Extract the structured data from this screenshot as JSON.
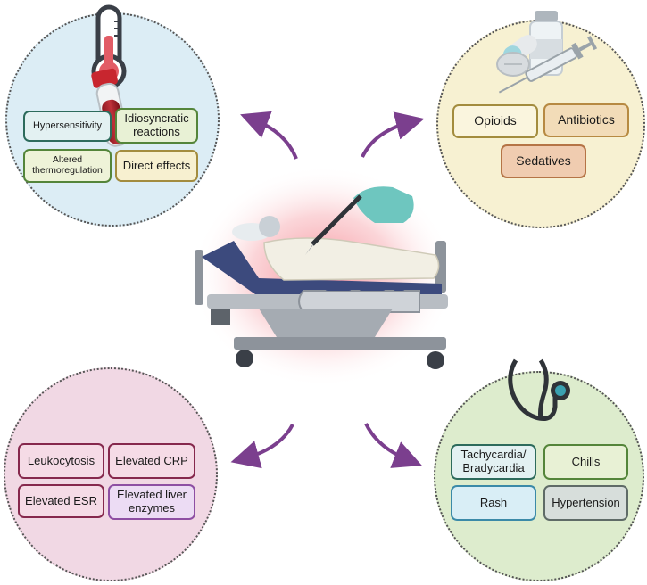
{
  "panels": {
    "top_left": {
      "icon": "thermometer-icon",
      "items": [
        "Hypersensitivity",
        "Idiosyncratic reactions",
        "Altered thermoregulation",
        "Direct effects"
      ]
    },
    "top_right": {
      "icon": "medication-icon",
      "items": [
        "Opioids",
        "Antibiotics",
        "Sedatives"
      ]
    },
    "bottom_left": {
      "icon": "blood-tube-icon",
      "items": [
        "Leukocytosis",
        "Elevated CRP",
        "Elevated ESR",
        "Elevated liver enzymes"
      ]
    },
    "bottom_right": {
      "icon": "stethoscope-icon",
      "items": [
        "Tachycardia/ Bradycardia",
        "Chills",
        "Rash",
        "Hypertension"
      ]
    }
  },
  "center": {
    "icon": "patient-surgery-icon"
  },
  "colors": {
    "tl_circle": "#dcedf5",
    "tr_circle": "#f7f1d2",
    "bl_circle": "#f1d8e4",
    "br_circle": "#ddeccd",
    "arrow": "#7b3f8e",
    "glow": "#f4a0a8"
  }
}
